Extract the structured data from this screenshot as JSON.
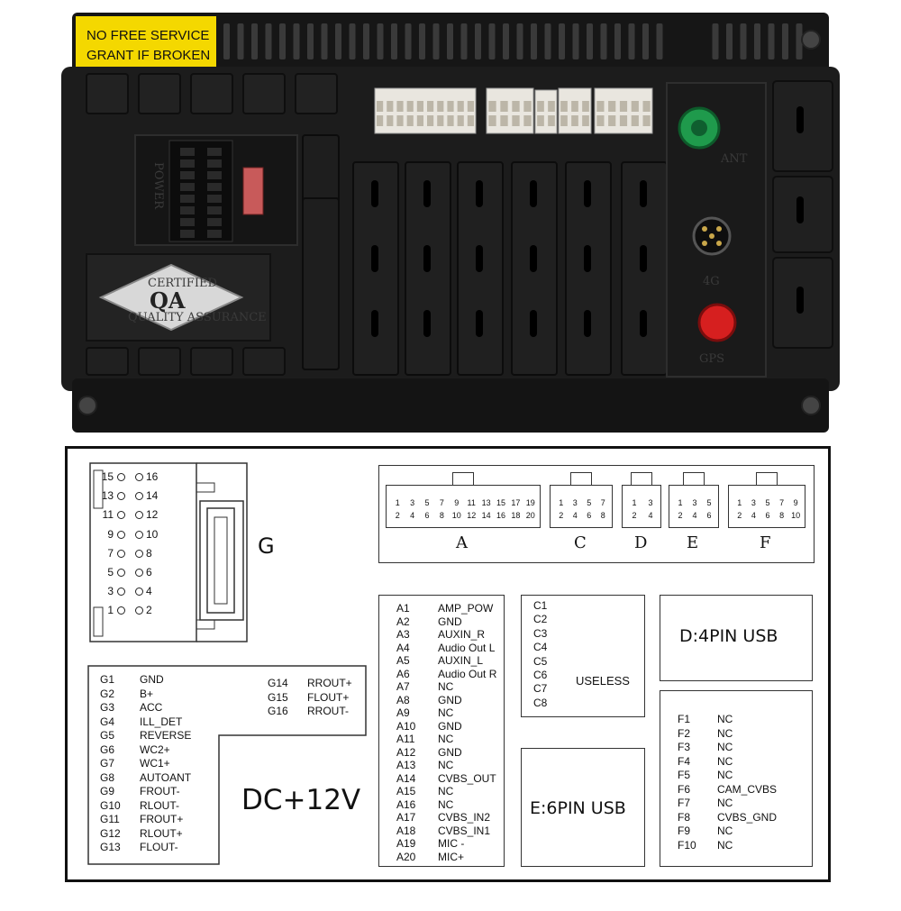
{
  "photo": {
    "sticker_line1": "NO FREE SERVICE",
    "sticker_line2": "GRANT IF BROKEN",
    "power_label": "POWER",
    "qa_top": "CERTIFIED",
    "qa_main": "QA",
    "qa_bottom": "QUALITY ASSURANCE",
    "ant_label": "ANT",
    "g4_label": "4G",
    "gps_label": "GPS",
    "colors": {
      "sticker": "#f4d800",
      "ant_port": "#1f9a4c",
      "gps_port": "#d61f1f"
    }
  },
  "g_connector": {
    "label": "G",
    "rows": [
      {
        "left": "15",
        "right": "16"
      },
      {
        "left": "13",
        "right": "14"
      },
      {
        "left": "11",
        "right": "12"
      },
      {
        "left": "9",
        "right": "10"
      },
      {
        "left": "7",
        "right": "8"
      },
      {
        "left": "5",
        "right": "6"
      },
      {
        "left": "3",
        "right": "4"
      },
      {
        "left": "1",
        "right": "2"
      }
    ]
  },
  "top_connectors": [
    {
      "label": "A",
      "pins_top": [
        "1",
        "3",
        "5",
        "7",
        "9",
        "11",
        "13",
        "15",
        "17",
        "19"
      ],
      "pins_bottom": [
        "2",
        "4",
        "6",
        "8",
        "10",
        "12",
        "14",
        "16",
        "18",
        "20"
      ]
    },
    {
      "label": "C",
      "pins_top": [
        "1",
        "3",
        "5",
        "7"
      ],
      "pins_bottom": [
        "2",
        "4",
        "6",
        "8"
      ]
    },
    {
      "label": "D",
      "pins_top": [
        "1",
        "3"
      ],
      "pins_bottom": [
        "2",
        "4"
      ]
    },
    {
      "label": "E",
      "pins_top": [
        "1",
        "3",
        "5"
      ],
      "pins_bottom": [
        "2",
        "4",
        "6"
      ]
    },
    {
      "label": "F",
      "pins_top": [
        "1",
        "3",
        "5",
        "7",
        "9"
      ],
      "pins_bottom": [
        "2",
        "4",
        "6",
        "8",
        "10"
      ]
    }
  ],
  "g_pins_col1": [
    {
      "code": "G1",
      "name": "GND"
    },
    {
      "code": "G2",
      "name": "B+"
    },
    {
      "code": "G3",
      "name": "ACC"
    },
    {
      "code": "G4",
      "name": "ILL_DET"
    },
    {
      "code": "G5",
      "name": "REVERSE"
    },
    {
      "code": "G6",
      "name": "WC2+"
    },
    {
      "code": "G7",
      "name": "WC1+"
    },
    {
      "code": "G8",
      "name": "AUTOANT"
    },
    {
      "code": "G9",
      "name": "FROUT-"
    },
    {
      "code": "G10",
      "name": "RLOUT-"
    },
    {
      "code": "G11",
      "name": "FROUT+"
    },
    {
      "code": "G12",
      "name": "RLOUT+"
    },
    {
      "code": "G13",
      "name": "FLOUT-"
    }
  ],
  "g_pins_col2": [
    {
      "code": "G14",
      "name": "RROUT+"
    },
    {
      "code": "G15",
      "name": "FLOUT+"
    },
    {
      "code": "G16",
      "name": "RROUT-"
    }
  ],
  "dc_label": "DC+12V",
  "a_pins": [
    {
      "code": "A1",
      "name": "AMP_POW"
    },
    {
      "code": "A2",
      "name": "GND"
    },
    {
      "code": "A3",
      "name": "AUXIN_R"
    },
    {
      "code": "A4",
      "name": "Audio Out L"
    },
    {
      "code": "A5",
      "name": "AUXIN_L"
    },
    {
      "code": "A6",
      "name": "Audio Out R"
    },
    {
      "code": "A7",
      "name": "NC"
    },
    {
      "code": "A8",
      "name": "GND"
    },
    {
      "code": "A9",
      "name": "NC"
    },
    {
      "code": "A10",
      "name": "GND"
    },
    {
      "code": "A11",
      "name": "NC"
    },
    {
      "code": "A12",
      "name": "GND"
    },
    {
      "code": "A13",
      "name": "NC"
    },
    {
      "code": "A14",
      "name": "CVBS_OUT"
    },
    {
      "code": "A15",
      "name": "NC"
    },
    {
      "code": "A16",
      "name": "NC"
    },
    {
      "code": "A17",
      "name": "CVBS_IN2"
    },
    {
      "code": "A18",
      "name": "CVBS_IN1"
    },
    {
      "code": "A19",
      "name": "MIC -"
    },
    {
      "code": "A20",
      "name": "MIC+"
    }
  ],
  "c_pins": [
    "C1",
    "C2",
    "C3",
    "C4",
    "C5",
    "C6",
    "C7",
    "C8"
  ],
  "c_note": "USELESS",
  "d_label": "D:4PIN USB",
  "e_label": "E:6PIN USB",
  "f_pins": [
    {
      "code": "F1",
      "name": "NC"
    },
    {
      "code": "F2",
      "name": "NC"
    },
    {
      "code": "F3",
      "name": "NC"
    },
    {
      "code": "F4",
      "name": "NC"
    },
    {
      "code": "F5",
      "name": "NC"
    },
    {
      "code": "F6",
      "name": "CAM_CVBS"
    },
    {
      "code": "F7",
      "name": "NC"
    },
    {
      "code": "F8",
      "name": "CVBS_GND"
    },
    {
      "code": "F9",
      "name": "NC"
    },
    {
      "code": "F10",
      "name": "NC"
    }
  ]
}
